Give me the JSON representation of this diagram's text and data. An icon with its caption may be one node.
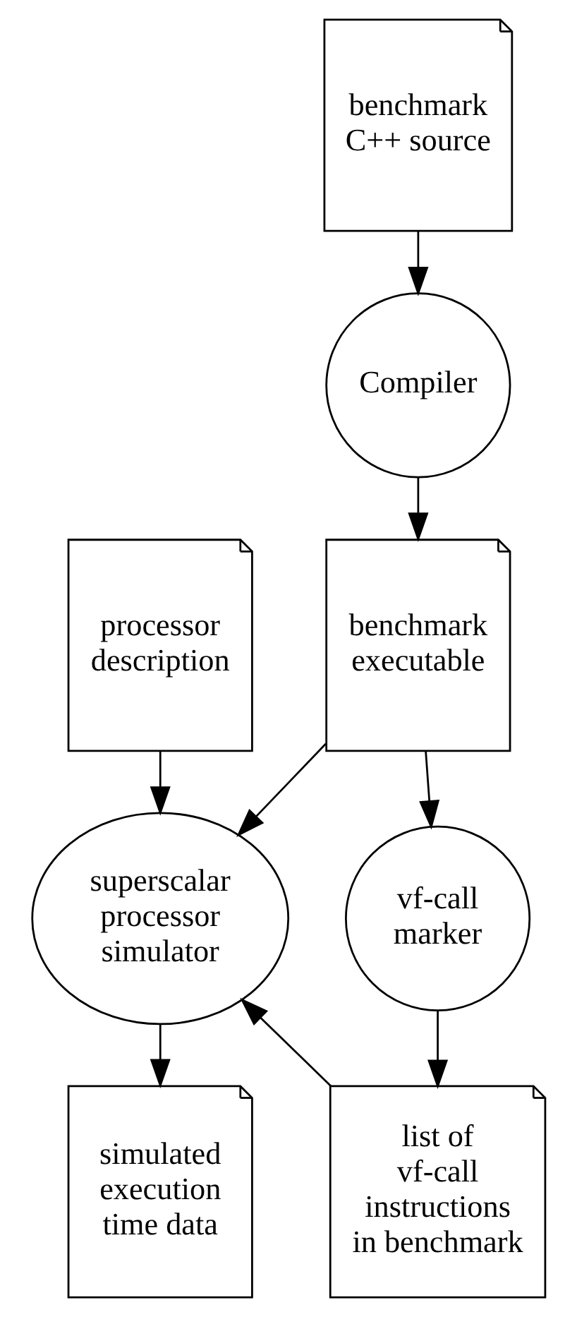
{
  "diagram": {
    "nodes": [
      {
        "text": [
          "benchmark C++ source"
        ]
      },
      {
        "text": [
          "Compiler"
        ]
      },
      {
        "text": [
          "processor description"
        ]
      },
      {
        "text": [
          "benchmark executable"
        ]
      },
      {
        "text": [
          "superscalar processor simulator"
        ]
      },
      {
        "text": [
          "vf-call marker"
        ]
      },
      {
        "text": [
          "simulated execution time data"
        ]
      },
      {
        "text": [
          "list of vf-call instructions in benchmark"
        ]
      }
    ],
    "edges": [
      {
        "from": 0,
        "to": 1,
        "arrow": "to"
      },
      {
        "from": 1,
        "to": 3,
        "arrow": "to"
      },
      {
        "from": 2,
        "to": 4,
        "arrow": "to"
      },
      {
        "from": 3,
        "to": 4,
        "arrow": "to"
      },
      {
        "from": 3,
        "to": 5,
        "arrow": "to"
      },
      {
        "from": 5,
        "to": 7,
        "arrow": "to"
      },
      {
        "from": 7,
        "to": 4,
        "arrow": "to"
      },
      {
        "from": 4,
        "to": 6,
        "arrow": "to"
      }
    ]
  }
}
